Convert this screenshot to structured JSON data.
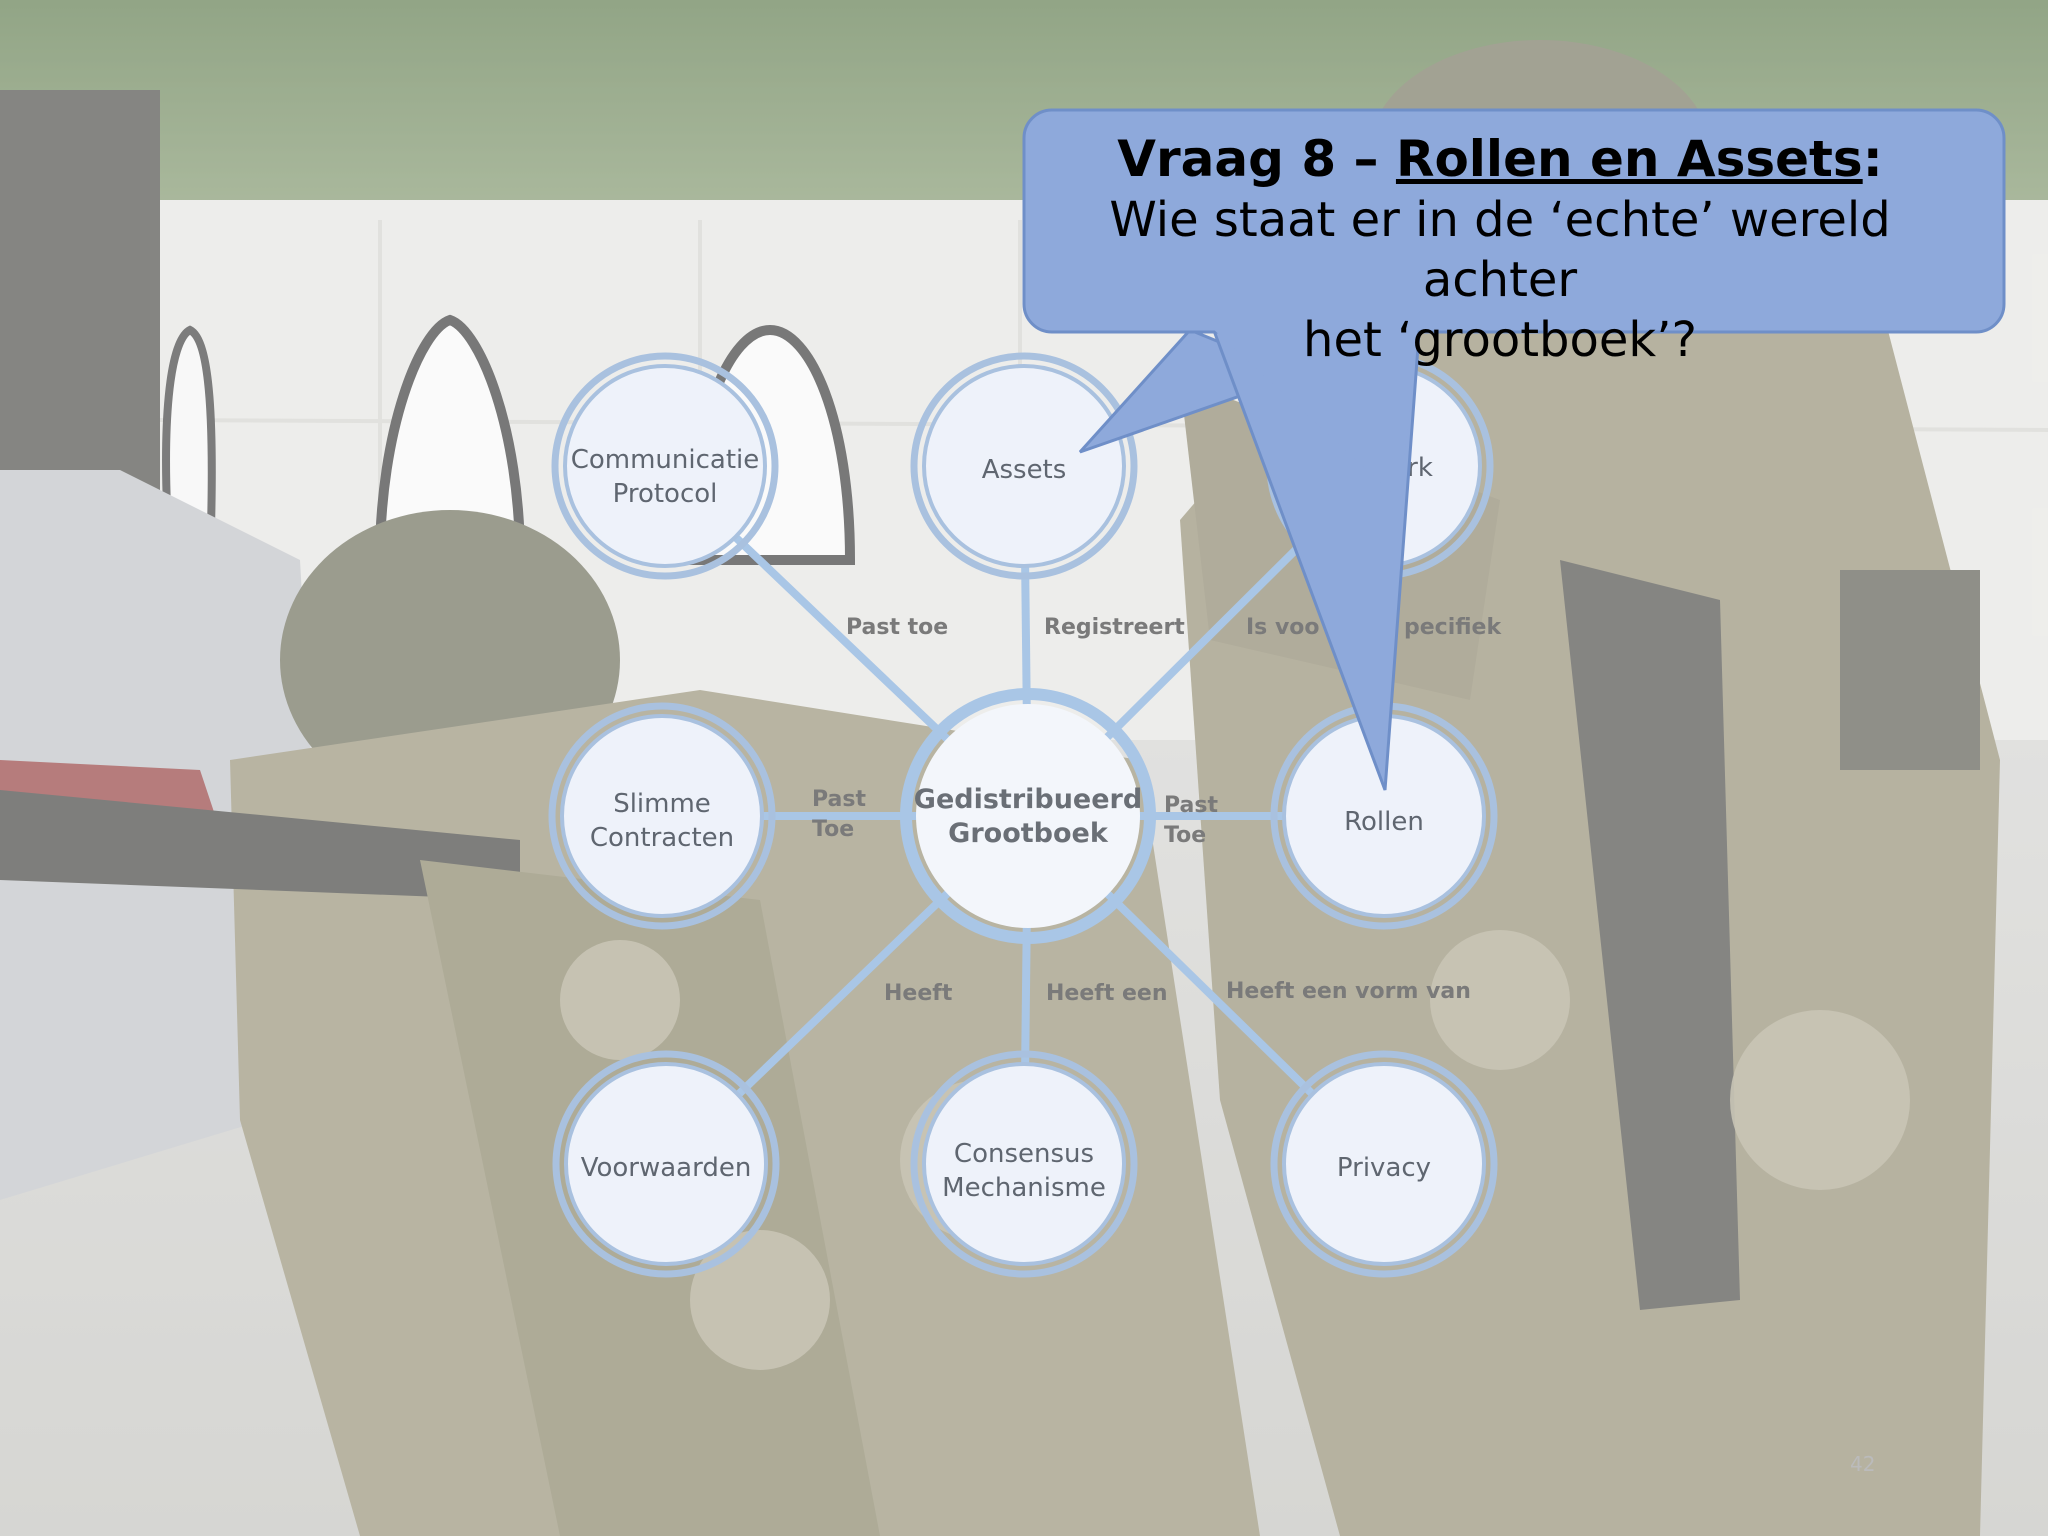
{
  "callout": {
    "title_prefix": "Vraag 8 – ",
    "title_underlined": "Rollen en Assets",
    "title_suffix": ":",
    "body_line1": "Wie staat er in de ‘echte’ wereld achter",
    "body_line2": "het ‘grootboek’?"
  },
  "diagram": {
    "center": {
      "line1": "Gedistribueerd",
      "line2": "Grootboek"
    },
    "nodes": {
      "communicatie": {
        "line1": "Communicatie",
        "line2": "Protocol"
      },
      "assets": {
        "line1": "Assets"
      },
      "netwerk": {
        "line1": "rk"
      },
      "slimme": {
        "line1": "Slimme",
        "line2": "Contracten"
      },
      "rollen": {
        "line1": "Rollen"
      },
      "voorwaarden": {
        "line1": "Voorwaarden"
      },
      "consensus": {
        "line1": "Consensus",
        "line2": "Mechanisme"
      },
      "privacy": {
        "line1": "Privacy"
      }
    },
    "edges": {
      "past_toe": "Past toe",
      "registreert": "Registreert",
      "is_voor": "Is voo",
      "specifiek": "pecifiek",
      "past_toe_left_1": "Past",
      "past_toe_left_2": "Toe",
      "past_toe_right_1": "Past",
      "past_toe_right_2": "Toe",
      "heeft": "Heeft",
      "heeft_een": "Heeft een",
      "heeft_een_vorm_van": "Heeft een vorm van"
    }
  },
  "colors": {
    "callout_fill": "#8ea9db",
    "callout_stroke": "#6f8fc8",
    "node_fill": "#eef2fa",
    "node_ring": "#a9c1df",
    "connector": "#a9c6e6"
  },
  "slide": {
    "page_number": "42"
  }
}
